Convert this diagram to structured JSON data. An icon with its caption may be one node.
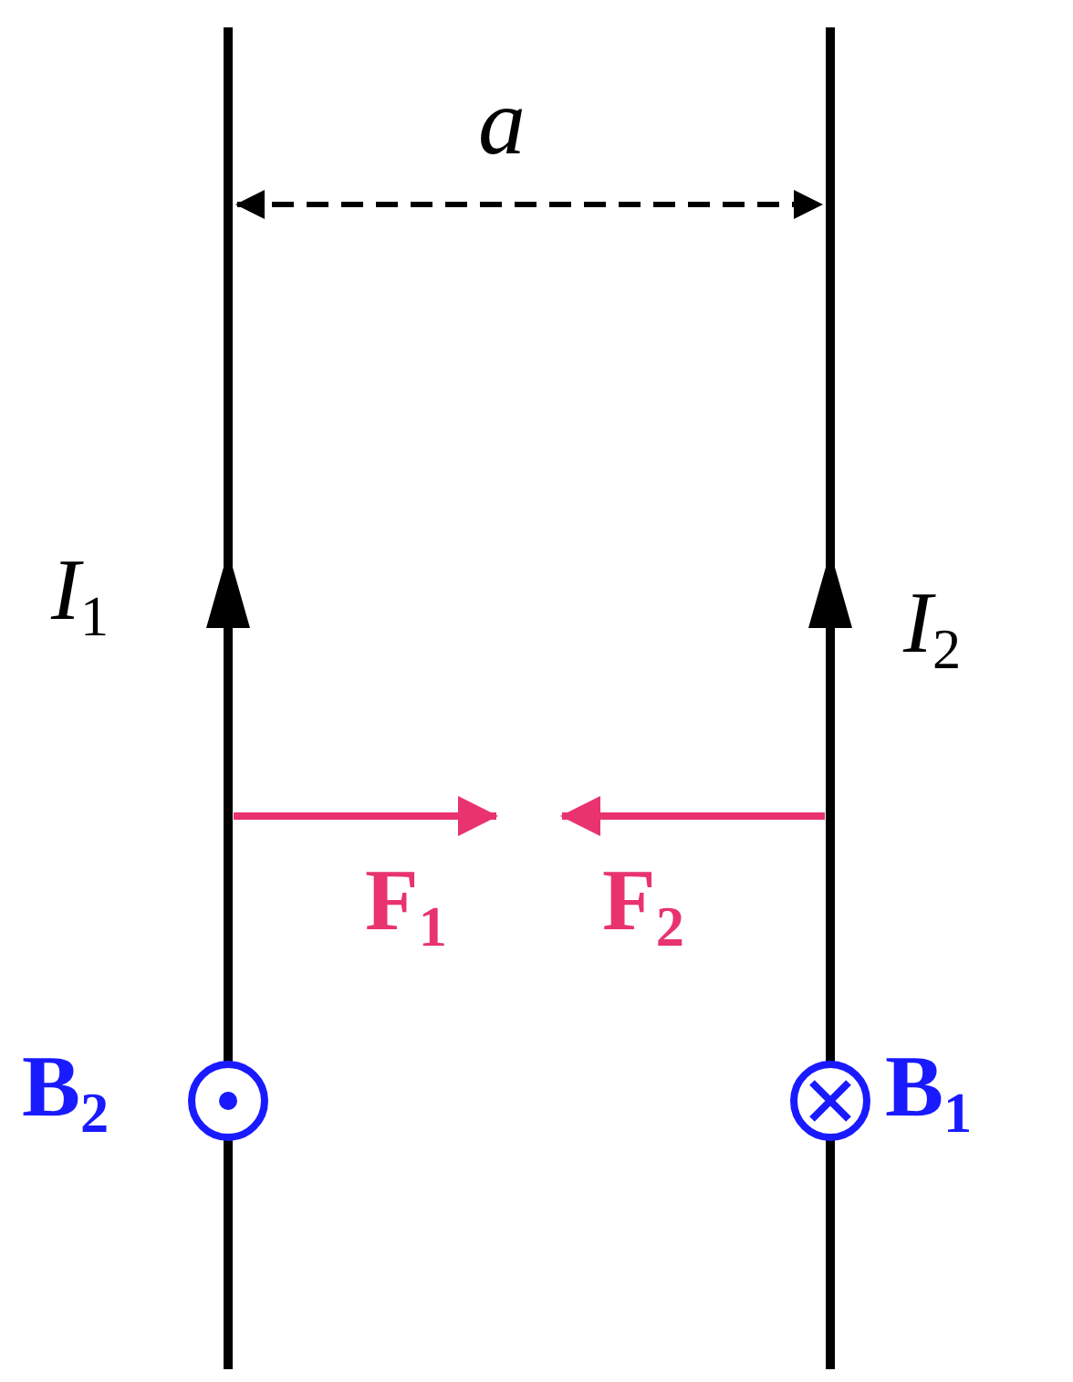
{
  "diagram": {
    "labels": [
      "a",
      "*I*$_{1}$",
      "*I*$_{2}$",
      "F$_{1}$",
      "F$_{2}$",
      "B$_{2}$",
      "B$_{1}$"
    ]
  }
}
